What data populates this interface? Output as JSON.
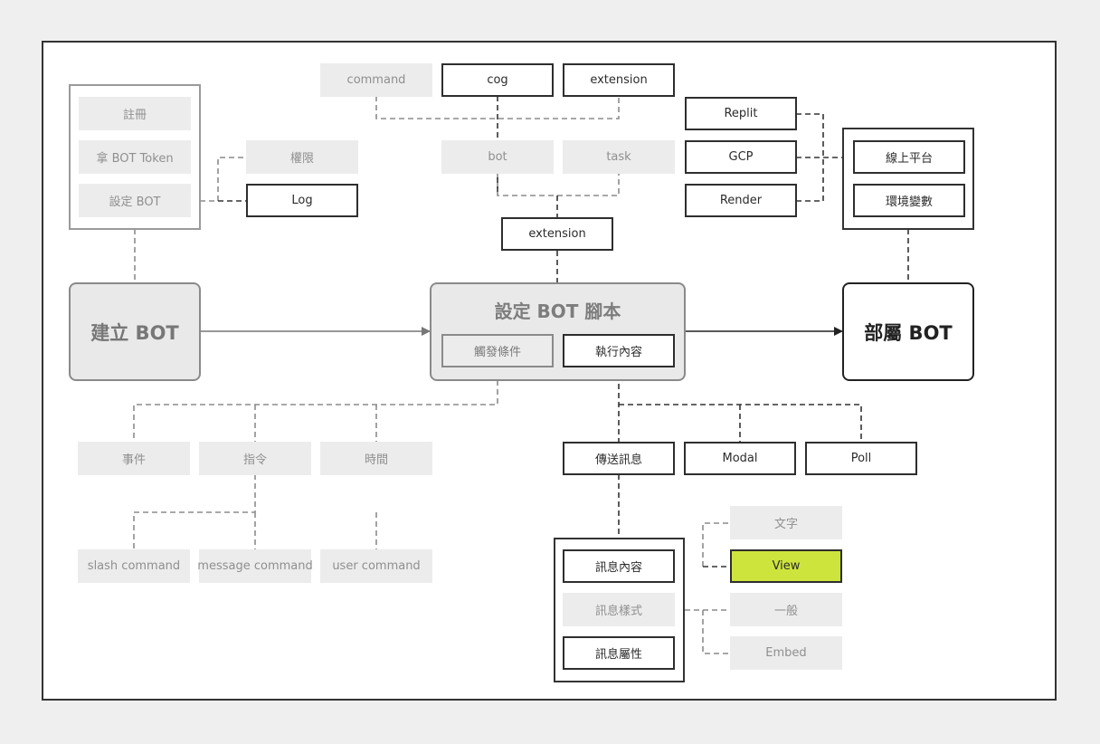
{
  "main_nodes": {
    "create_bot": "建立 BOT",
    "script_bot": "設定 BOT 腳本",
    "deploy_bot": "部屬 BOT"
  },
  "create_steps": {
    "register": "註冊",
    "get_token": "拿 BOT Token",
    "setup": "設定 BOT",
    "permissions": "權限",
    "log": "Log"
  },
  "structure": {
    "command": "command",
    "cog": "cog",
    "extension_top": "extension",
    "bot": "bot",
    "task": "task",
    "extension": "extension"
  },
  "script_parts": {
    "trigger": "觸發條件",
    "execute": "執行內容"
  },
  "triggers": {
    "event": "事件",
    "command": "指令",
    "time": "時間",
    "slash": "slash command",
    "message": "message command",
    "user": "user command"
  },
  "actions": {
    "send_message": "傳送訊息",
    "modal": "Modal",
    "poll": "Poll"
  },
  "message": {
    "content": "訊息內容",
    "style": "訊息樣式",
    "props": "訊息屬性",
    "text": "文字",
    "view": "View",
    "normal": "一般",
    "embed": "Embed"
  },
  "platforms": {
    "replit": "Replit",
    "gcp": "GCP",
    "render": "Render",
    "online": "線上平台",
    "env": "環境變數"
  },
  "colors": {
    "highlight": "#cde43c",
    "dark_border": "#2e2e2e",
    "gray_fill": "#ececec"
  }
}
